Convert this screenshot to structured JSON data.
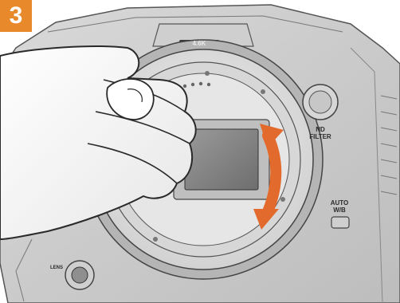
{
  "step": {
    "number": "3"
  },
  "camera": {
    "model_mark": "4.6K",
    "nd_filter_label": [
      "ND",
      "FILTER"
    ],
    "auto_wb_label": [
      "AUTO",
      "W/B"
    ],
    "lens_label": "LENS"
  },
  "colors": {
    "step_badge": "#e88a2c",
    "rotate_arrow": "#e36a2d"
  },
  "icons": {
    "rotation": "curved-double-arrow"
  }
}
